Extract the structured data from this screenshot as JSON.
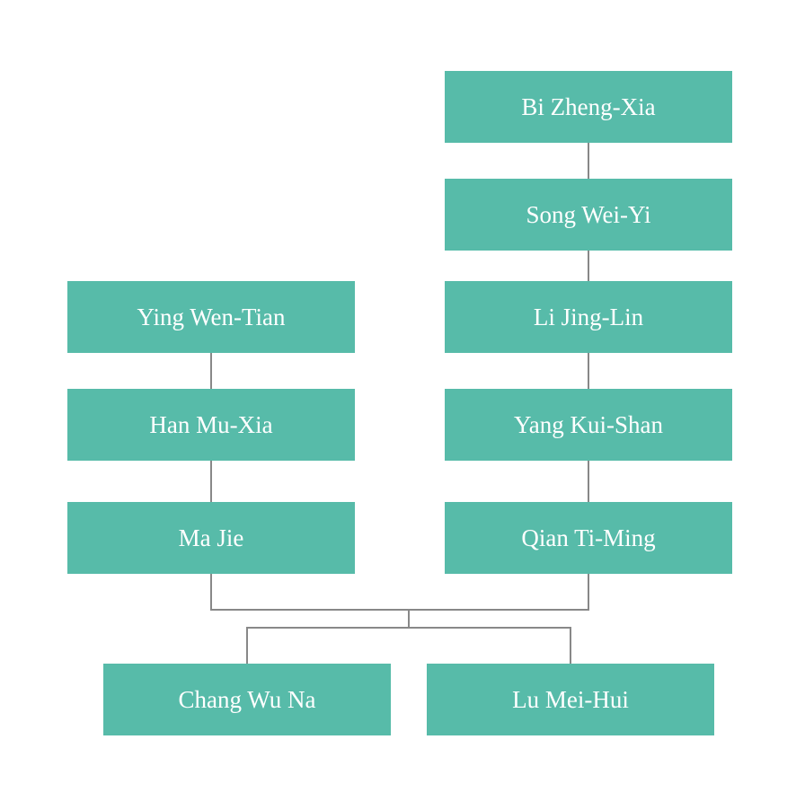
{
  "colors": {
    "node_fill": "#57bba9",
    "connector": "#888888",
    "background": "#ffffff"
  },
  "nodes": {
    "bi_zheng_xia": "Bi Zheng-Xia",
    "song_wei_yi": "Song Wei-Yi",
    "li_jing_lin": "Li Jing-Lin",
    "yang_kui_shan": "Yang Kui-Shan",
    "qian_ti_ming": "Qian Ti-Ming",
    "ying_wen_tian": "Ying Wen-Tian",
    "han_mu_xia": "Han Mu-Xia",
    "ma_jie": "Ma Jie",
    "chang_wu_na": "Chang Wu Na",
    "lu_mei_hui": "Lu Mei-Hui"
  },
  "edges": [
    [
      "bi_zheng_xia",
      "song_wei_yi"
    ],
    [
      "song_wei_yi",
      "li_jing_lin"
    ],
    [
      "li_jing_lin",
      "yang_kui_shan"
    ],
    [
      "yang_kui_shan",
      "qian_ti_ming"
    ],
    [
      "ying_wen_tian",
      "han_mu_xia"
    ],
    [
      "han_mu_xia",
      "ma_jie"
    ],
    [
      "ma_jie",
      "chang_wu_na"
    ],
    [
      "ma_jie",
      "lu_mei_hui"
    ],
    [
      "qian_ti_ming",
      "chang_wu_na"
    ],
    [
      "qian_ti_ming",
      "lu_mei_hui"
    ]
  ]
}
